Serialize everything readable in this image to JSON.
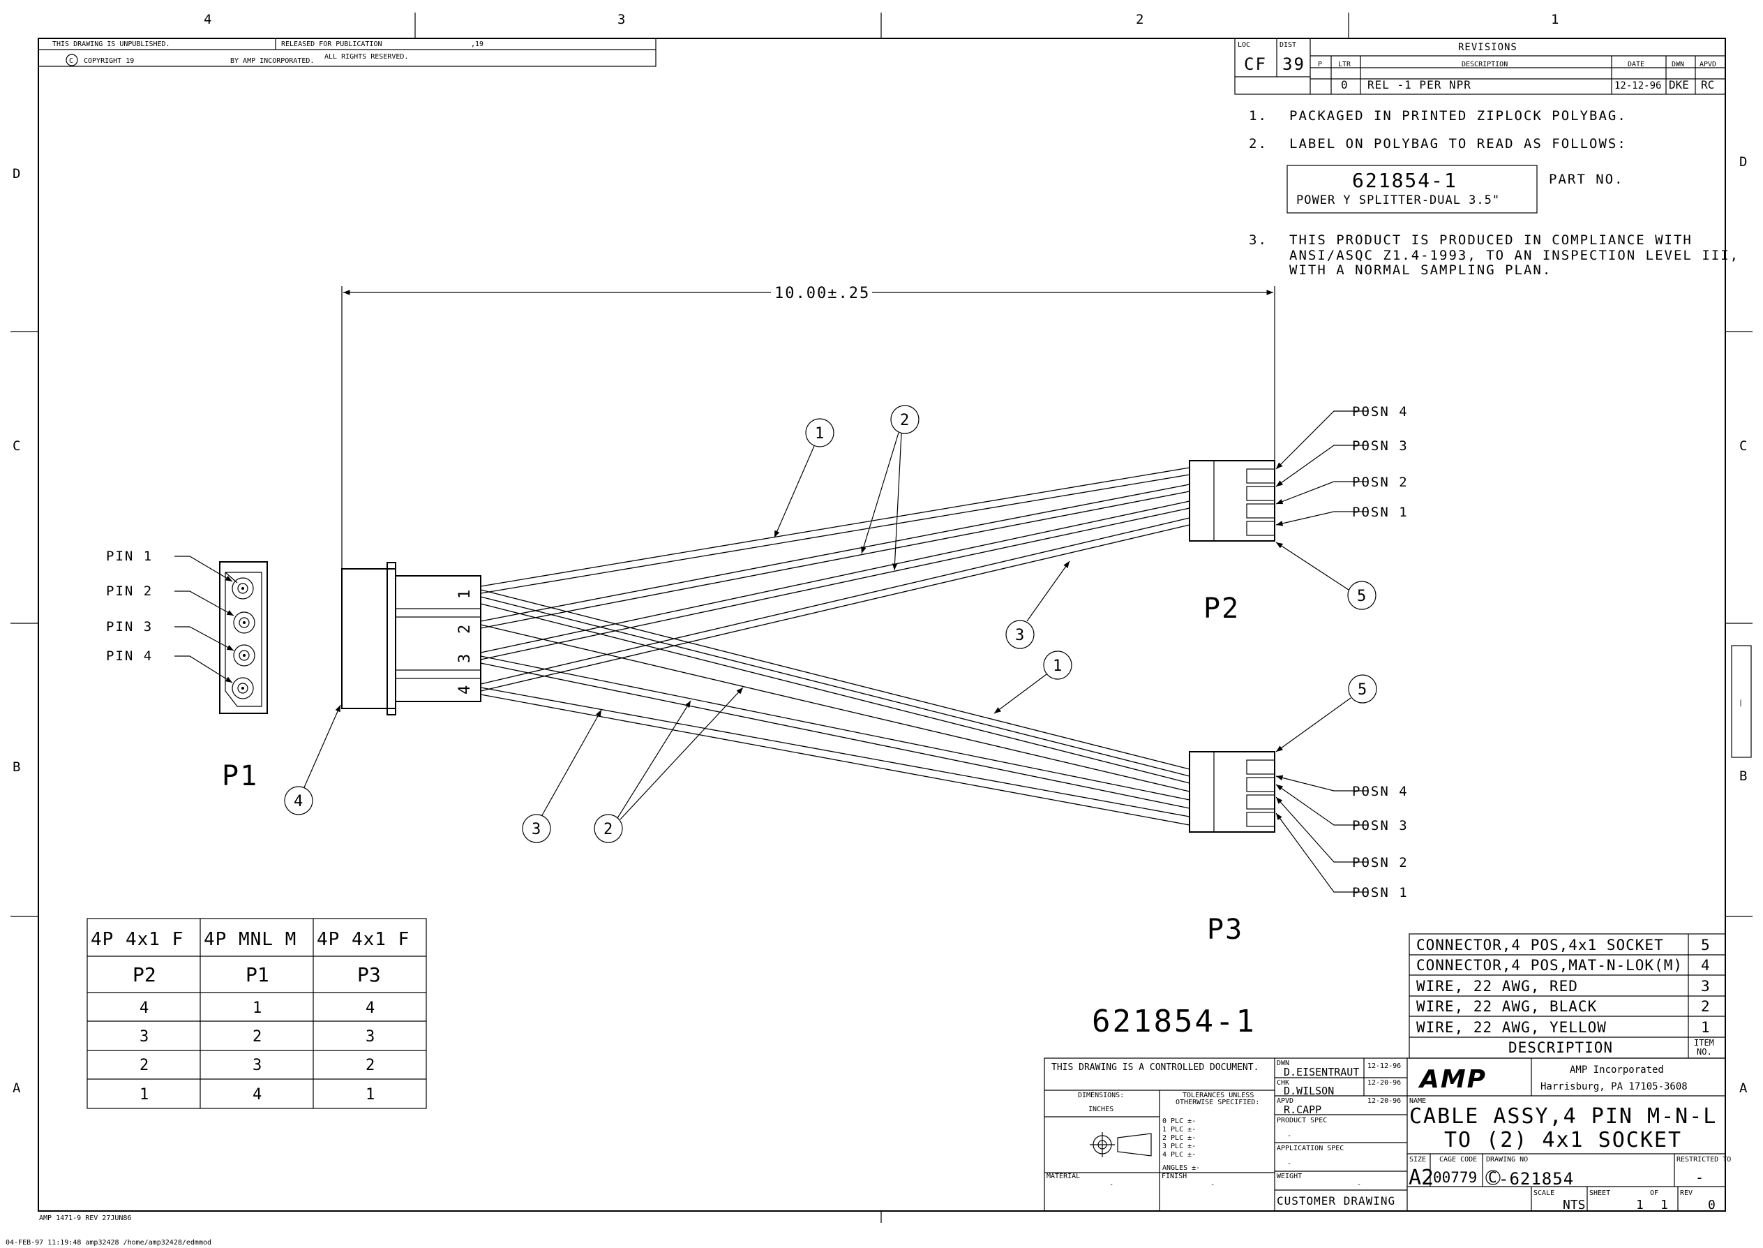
{
  "zones": {
    "top_cols": [
      "4",
      "3",
      "2",
      "1"
    ],
    "left_rows": [
      "D",
      "C",
      "B",
      "A"
    ],
    "right_rows": [
      "D",
      "C",
      "B",
      "A"
    ]
  },
  "header": {
    "unpublished": "THIS DRAWING IS UNPUBLISHED.",
    "released": "RELEASED FOR PUBLICATION",
    "released_year": ",19",
    "copyright": "COPYRIGHT 19",
    "by_amp": "BY AMP INCORPORATED.",
    "rights": "ALL RIGHTS RESERVED."
  },
  "revisions": {
    "loc_label": "LOC",
    "loc_value": "CF",
    "dist_label": "DIST",
    "dist_value": "39",
    "title": "REVISIONS",
    "p_label": "P",
    "ltr_label": "LTR",
    "desc_label": "DESCRIPTION",
    "date_label": "DATE",
    "dwn_label": "DWN",
    "apvd_label": "APVD",
    "rows": [
      {
        "ltr": "0",
        "desc": "REL -1 PER NPR",
        "date": "12-12-96",
        "dwn": "DKE",
        "apvd": "RC"
      }
    ]
  },
  "notes": {
    "n1_num": "1.",
    "n1": "PACKAGED IN PRINTED ZIPLOCK POLYBAG.",
    "n2_num": "2.",
    "n2": "LABEL ON POLYBAG TO READ AS FOLLOWS:",
    "label_part": "621854-1",
    "label_desc": "POWER Y SPLITTER-DUAL 3.5\"",
    "part_no": "PART NO.",
    "n3_num": "3.",
    "n3_l1": "THIS PRODUCT IS PRODUCED IN COMPLIANCE WITH",
    "n3_l2": "ANSI/ASQC Z1.4-1993, TO AN INSPECTION LEVEL III,",
    "n3_l3": "WITH A NORMAL SAMPLING PLAN."
  },
  "diagram": {
    "dimension": "10.00±.25",
    "pin_labels": [
      "PIN 1",
      "PIN 2",
      "PIN 3",
      "PIN 4"
    ],
    "p1": "P1",
    "p2": "P2",
    "p3": "P3",
    "conn_nums": [
      "1",
      "2",
      "3",
      "4"
    ],
    "posn_top": [
      "POSN 4",
      "POSN 3",
      "POSN 2",
      "POSN 1"
    ],
    "posn_bot": [
      "POSN 4",
      "POSN 3",
      "POSN 2",
      "POSN 1"
    ],
    "balloons": {
      "b1_top": "1",
      "b2_top": "2",
      "b3_top": "3",
      "b5_top": "5",
      "b5_bot": "5",
      "b1_bot": "1",
      "b4": "4",
      "b3_bot": "3",
      "b2_bot": "2"
    },
    "part_number": "621854-1"
  },
  "pin_table": {
    "headers": [
      "4P 4x1 F",
      "4P MNL M",
      "4P 4x1 F"
    ],
    "subheaders": [
      "P2",
      "P1",
      "P3"
    ],
    "rows": [
      [
        "4",
        "1",
        "4"
      ],
      [
        "3",
        "2",
        "3"
      ],
      [
        "2",
        "3",
        "2"
      ],
      [
        "1",
        "4",
        "1"
      ]
    ]
  },
  "bom": {
    "rows": [
      {
        "desc": "CONNECTOR,4 POS,4x1 SOCKET",
        "item": "5"
      },
      {
        "desc": "CONNECTOR,4 POS,MAT-N-LOK(M)",
        "item": "4"
      },
      {
        "desc": "WIRE, 22 AWG, RED",
        "item": "3"
      },
      {
        "desc": "WIRE, 22 AWG, BLACK",
        "item": "2"
      },
      {
        "desc": "WIRE, 22 AWG, YELLOW",
        "item": "1"
      }
    ],
    "desc_header": "DESCRIPTION",
    "item_header_1": "ITEM",
    "item_header_2": "NO."
  },
  "title_block": {
    "controlled": "THIS DRAWING IS A CONTROLLED DOCUMENT.",
    "dimensions": "DIMENSIONS:",
    "inches": "INCHES",
    "tolerances_1": "TOLERANCES UNLESS",
    "tolerances_2": "OTHERWISE SPECIFIED:",
    "tol_rows": [
      "0 PLC   ±-",
      "1 PLC   ±-",
      "2 PLC   ±-",
      "3 PLC   ±-",
      "4 PLC   ±-",
      "ANGLES        ±-"
    ],
    "material": "MATERIAL",
    "material_val": "-",
    "finish": "FINISH",
    "finish_val": "-",
    "dwn_label": "DWN",
    "dwn_name": "D.EISENTRAUT",
    "dwn_date": "12-12-96",
    "chk_label": "CHK",
    "chk_name": "D.WILSON",
    "chk_date": "12-20-96",
    "apvd_label": "APVD",
    "apvd_name": "R.CAPP",
    "apvd_date": "12-20-96",
    "product_spec": "PRODUCT SPEC",
    "product_spec_val": "-",
    "application_spec": "APPLICATION SPEC",
    "application_spec_val": "-",
    "weight": "WEIGHT",
    "weight_val": "-",
    "customer_drawing": "CUSTOMER DRAWING",
    "logo": "AMP",
    "company": "AMP Incorporated",
    "address": "Harrisburg, PA 17105-3608",
    "name_label": "NAME",
    "title_l1": "CABLE ASSY,4 PIN M-N-L",
    "title_l2": "TO (2) 4x1 SOCKET",
    "size_label": "SIZE",
    "size_val": "A2",
    "cage_label": "CAGE CODE",
    "cage_val": "00779",
    "dwg_label": "DRAWING NO",
    "dwg_prefix": "C",
    "dwg_val": "-621854",
    "restricted": "RESTRICTED TO",
    "restricted_val": "-",
    "scale_label": "SCALE",
    "scale_val": "NTS",
    "sheet_label": "SHEET",
    "sheet_val": "1",
    "of_label": "OF",
    "of_val": "1",
    "rev_label": "REV",
    "rev_val": "0"
  },
  "footer": {
    "form": "AMP 1471-9 REV 27JUN86",
    "plot": "04-FEB-97    11:19:48   amp32428   /home/amp32428/edmmod"
  }
}
